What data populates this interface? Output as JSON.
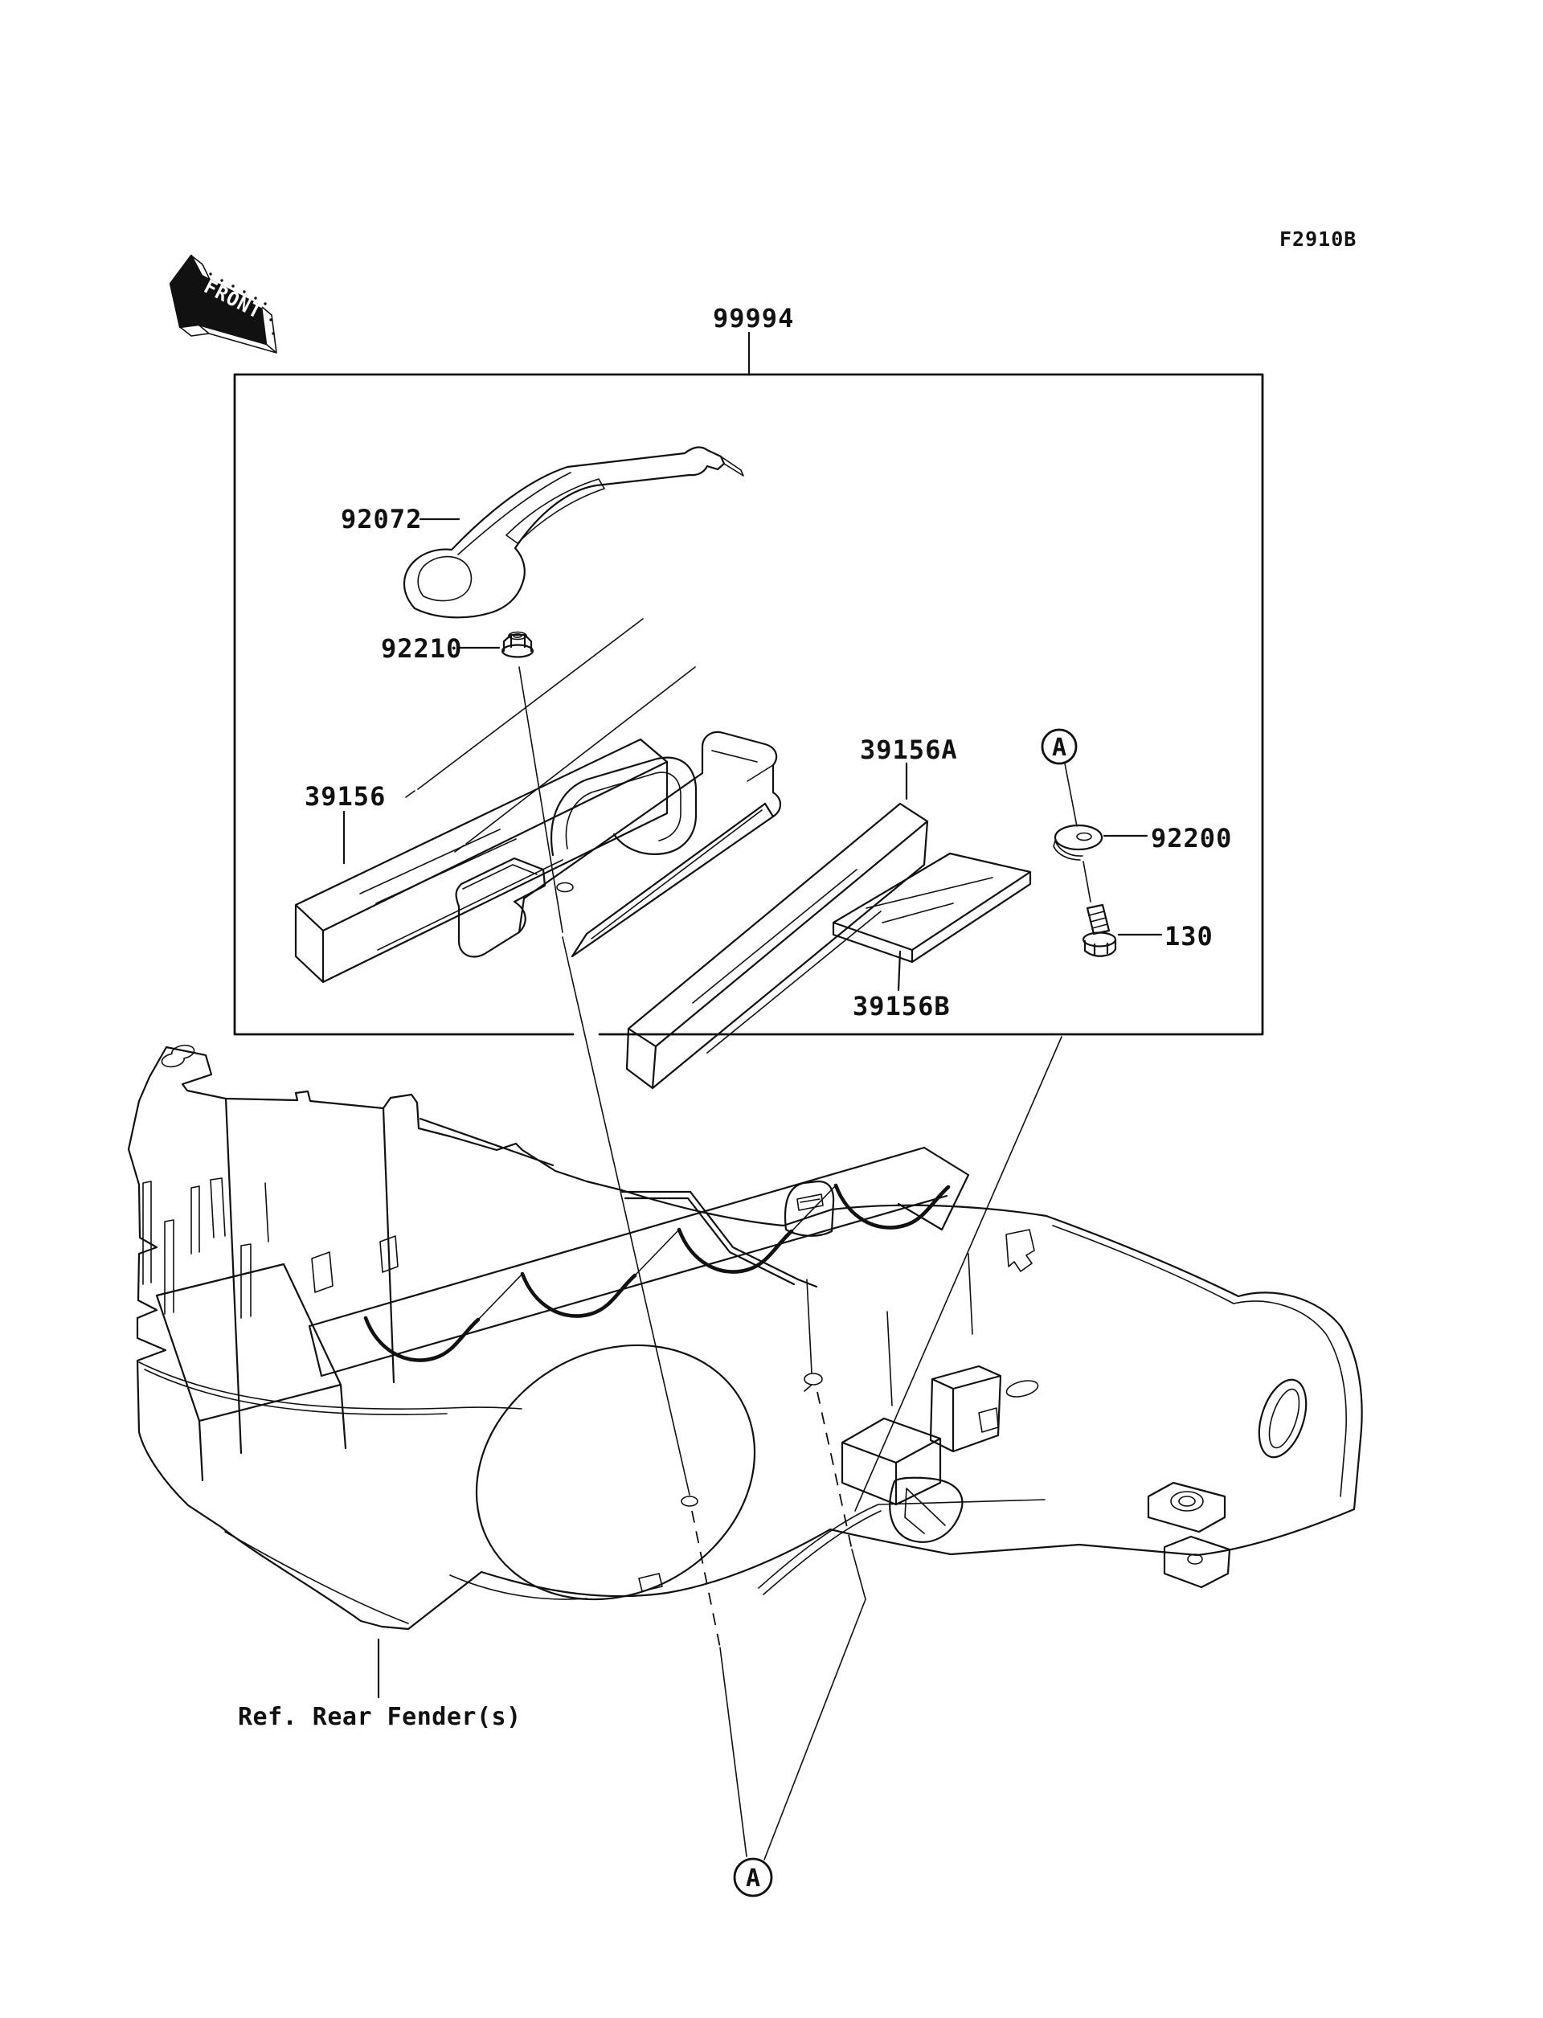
{
  "page": {
    "background": "#ffffff",
    "line_color": "#111111",
    "figure_code": "F2910B"
  },
  "front_arrow": {
    "label": "FRONT"
  },
  "kit_box": {
    "part_number": "99994"
  },
  "parts": {
    "strap": "92072",
    "nut": "92210",
    "pad_long_left": "39156",
    "pad_long_right": "39156A",
    "pad_wide": "39156B",
    "washer": "92200",
    "bolt": "130"
  },
  "detail": {
    "marker": "A"
  },
  "reference": {
    "label": "Ref. Rear Fender(s)"
  }
}
